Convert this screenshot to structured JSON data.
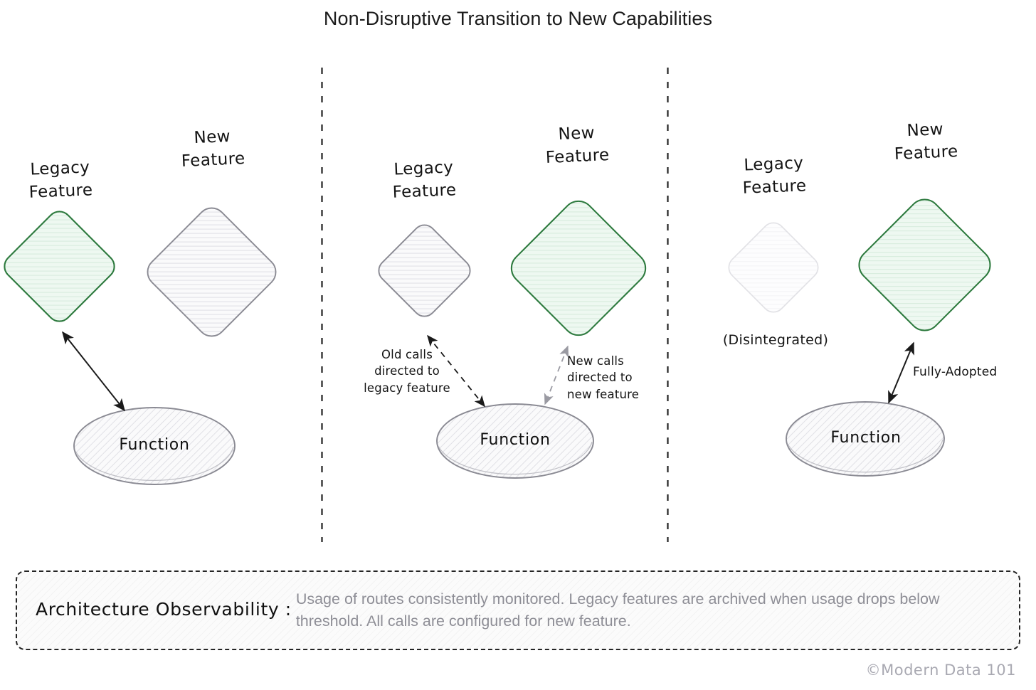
{
  "title": "Non-Disruptive Transition to New Capabilities",
  "colors": {
    "active_stroke": "#2d7a3e",
    "active_fill": "#e9f5ec",
    "inactive_stroke": "#8a8a93",
    "inactive_fill": "#f7f7f9",
    "faded_stroke": "#e2e2e6",
    "arrow_dark": "#1a1a1a",
    "arrow_gray": "#9a9aa2",
    "banner_body_text": "#8e8e96",
    "credit_text": "#a9a9b2",
    "divider": "#2b2b2b"
  },
  "panels": [
    {
      "id": "stage-1",
      "legacy": {
        "label": "Legacy\nFeature",
        "state": "active",
        "state_note": ""
      },
      "newfeature": {
        "label": "New\nFeature",
        "state": "inactive",
        "state_note": ""
      },
      "function_node": {
        "label": "Function"
      },
      "edges": [
        {
          "from": "legacy",
          "to": "function",
          "label": "",
          "style": "solid",
          "arrowheads": "both",
          "color": "#1a1a1a"
        }
      ]
    },
    {
      "id": "stage-2",
      "legacy": {
        "label": "Legacy\nFeature",
        "state": "inactive",
        "state_note": ""
      },
      "newfeature": {
        "label": "New\nFeature",
        "state": "active",
        "state_note": ""
      },
      "function_node": {
        "label": "Function"
      },
      "edges": [
        {
          "from": "legacy",
          "to": "function",
          "label": "Old calls\ndirected to\nlegacy feature",
          "style": "dashed",
          "arrowheads": "both",
          "color": "#1a1a1a"
        },
        {
          "from": "newfeature",
          "to": "function",
          "label": "New calls\ndirected to\nnew feature",
          "style": "dashed",
          "arrowheads": "both",
          "color": "#9a9aa2"
        }
      ]
    },
    {
      "id": "stage-3",
      "legacy": {
        "label": "Legacy\nFeature",
        "state": "faded",
        "state_note": "(Disintegrated)"
      },
      "newfeature": {
        "label": "New\nFeature",
        "state": "active",
        "state_note": ""
      },
      "function_node": {
        "label": "Function"
      },
      "edges": [
        {
          "from": "newfeature",
          "to": "function",
          "label": "Fully-Adopted",
          "style": "solid",
          "arrowheads": "both",
          "color": "#1a1a1a"
        }
      ]
    }
  ],
  "banner": {
    "title": "Architecture Observability :",
    "body": "Usage of routes consistently monitored. Legacy features are archived when usage drops below threshold. All calls are configured for new feature."
  },
  "credit": "©Modern Data 101"
}
